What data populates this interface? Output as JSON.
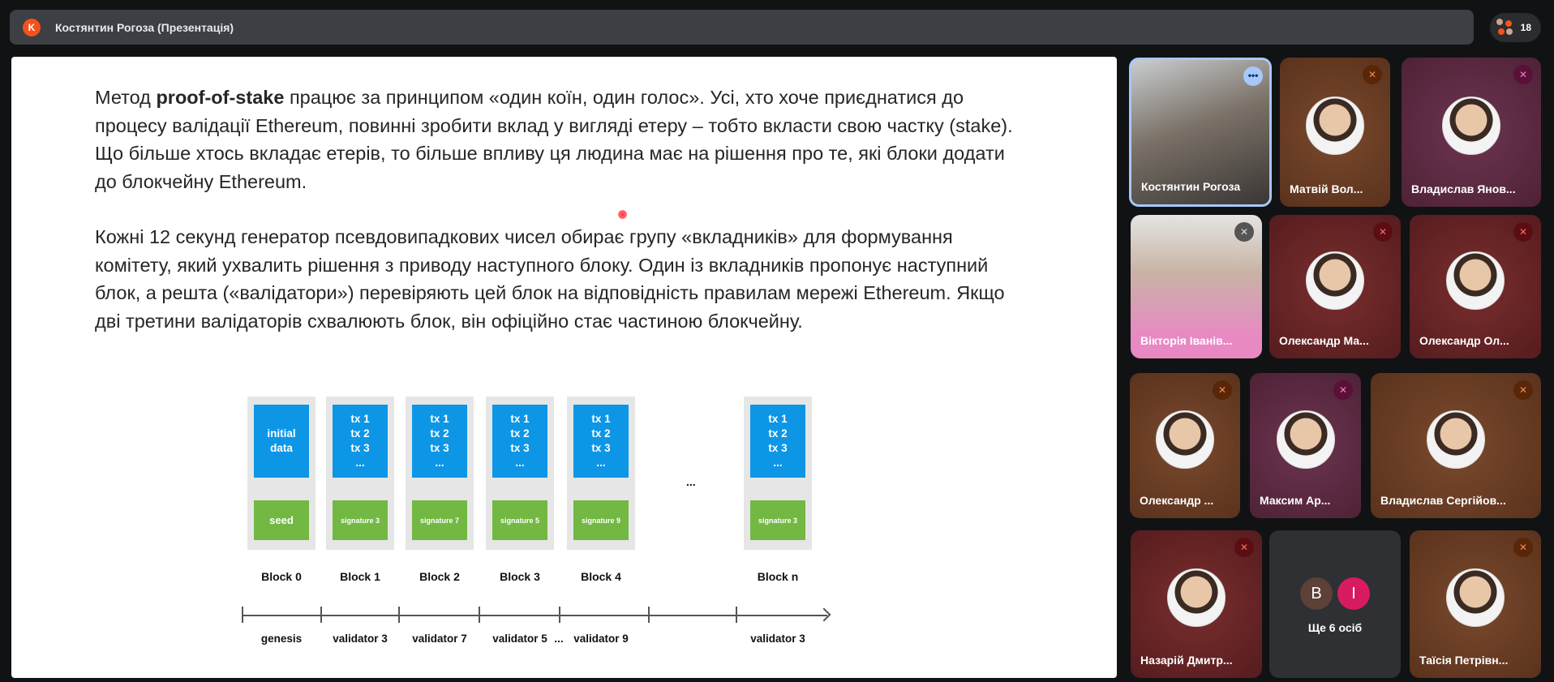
{
  "header": {
    "avatar_letter": "K",
    "title": "Костянтин Рогоза (Презентація)",
    "participants_count": "18"
  },
  "slide": {
    "p1": {
      "before": "Метод ",
      "bold": "proof-of-stake",
      "after": " працює за принципом «один коїн, один голос». Усі, хто хоче приєднатися до процесу валідації Ethereum, повинні зробити вклад у вигляді етеру – тобто вкласти свою частку (stake). Що більше хтось вкладає етерів, то більше впливу ця людина має на рішення про те, які блоки додати до блокчейну Ethereum."
    },
    "p2": "Кожні 12 секунд генератор псевдовипадкових чисел обирає групу «вкладників» для формування комітету, який ухвалить рішення з приводу наступного блоку. Один із вкладників пропонує наступний блок, а решта («валідатори») перевіряють цей блок на відповідність правилам мережі Ethereum. Якщо дві третини валідаторів схвалюють блок, він офіційно стає частиною блокчейну.",
    "diagram": {
      "genesis_top": "initial data",
      "genesis_bottom": "seed",
      "tx": [
        "tx 1",
        "tx 2",
        "tx 3",
        "..."
      ],
      "ellipsis": "...",
      "blocks": [
        {
          "label": "Block 0",
          "sig": "seed",
          "validator": "genesis"
        },
        {
          "label": "Block 1",
          "sig": "signature 3",
          "validator": "validator 3"
        },
        {
          "label": "Block 2",
          "sig": "signature 7",
          "validator": "validator 7"
        },
        {
          "label": "Block 3",
          "sig": "signature 5",
          "validator": "validator 5"
        },
        {
          "label": "Block 4",
          "sig": "signature 9",
          "validator": "validator 9"
        },
        {
          "label": "Block n",
          "sig": "signature 3",
          "validator": "validator 3"
        }
      ]
    }
  },
  "participants": [
    {
      "name": "Костянтин Рогоза"
    },
    {
      "name": "Матвій Вол..."
    },
    {
      "name": "Владислав Янов..."
    },
    {
      "name": "Вікторія Іванів..."
    },
    {
      "name": "Олександр Ма..."
    },
    {
      "name": "Олександр Ол..."
    },
    {
      "name": "Олександр ..."
    },
    {
      "name": "Максим Ар..."
    },
    {
      "name": "Владислав Сергійов..."
    },
    {
      "name": "Назарій Дмитр..."
    },
    {
      "name": "Ще 6 осіб",
      "letters": [
        "B",
        "I"
      ]
    },
    {
      "name": "Таїсія Петрівн..."
    }
  ],
  "colors": {
    "blue": "#0d96e6",
    "green": "#72b843",
    "accent": "#a8c7fa"
  }
}
